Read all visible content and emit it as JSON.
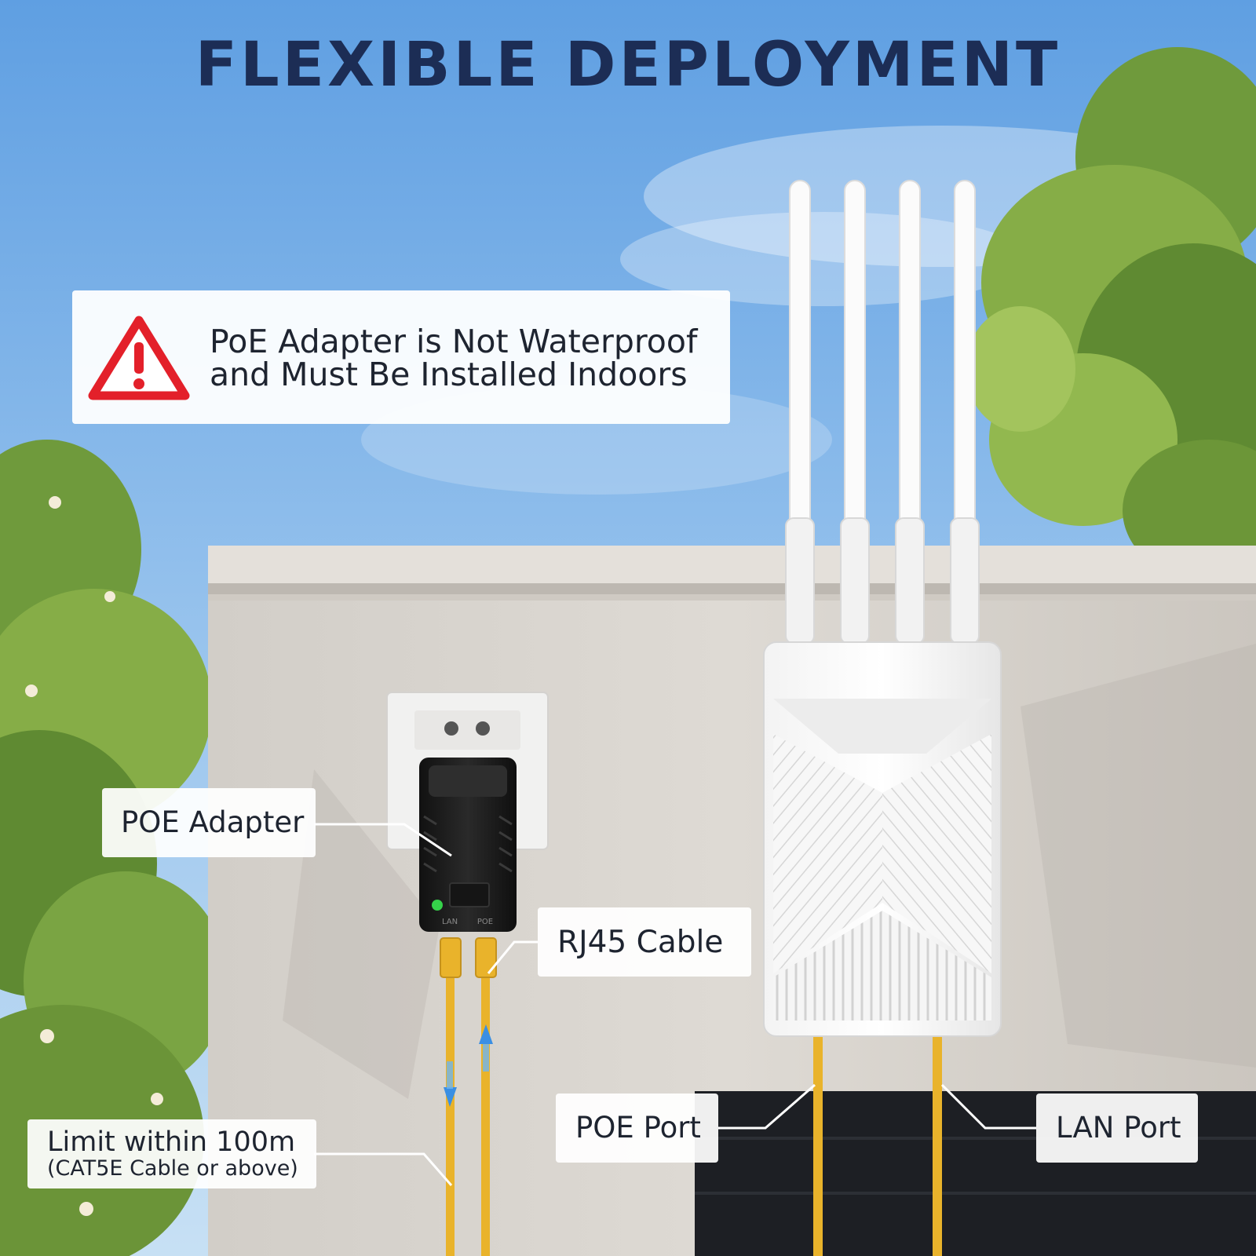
{
  "title": "FLEXIBLE DEPLOYMENT",
  "warning": {
    "icon": "warning-triangle-icon",
    "line1": "PoE Adapter is Not Waterproof",
    "line2": "and Must Be Installed Indoors",
    "color": "#e3202a"
  },
  "labels": {
    "poe_adapter": "POE Adapter",
    "rj45_cable": "RJ45 Cable",
    "limit_main": "Limit within 100m",
    "limit_sub": "(CAT5E Cable or above)",
    "poe_port": "POE Port",
    "lan_port": "LAN Port"
  },
  "adapter_ports": {
    "lan": "LAN",
    "poe": "POE"
  },
  "colors": {
    "sky_top": "#6aa9e6",
    "sky_bottom": "#bcd9f2",
    "wall": "#d7d3cd",
    "cable": "#e9b32b",
    "title": "#1c2d55",
    "adapter": "#1b1b1b",
    "led": "#35d24a"
  }
}
